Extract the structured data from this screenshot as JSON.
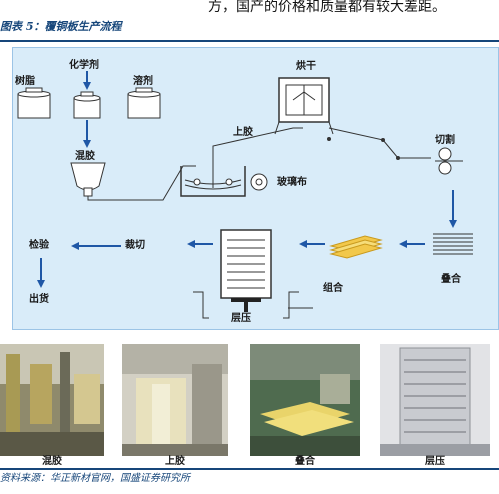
{
  "top_text": "方，国产的价格和质量都有较大差距。",
  "figure": {
    "caption": "图表 5：覆铜板生产流程"
  },
  "diagram": {
    "labels": {
      "resin": "树脂",
      "chemical": "化学剂",
      "solvent": "溶剂",
      "mixing": "混胶",
      "drying": "烘干",
      "gluing": "上胶",
      "glass_cloth": "玻璃布",
      "cutting": "切割",
      "stacking": "叠合",
      "combining": "组合",
      "lamination": "层压",
      "trimming": "裁切",
      "inspection": "检验",
      "shipping": "出货"
    },
    "colors": {
      "panel_bg": "#d9ecf9",
      "arrow": "#1f57a6",
      "line": "#2a2a2a",
      "prepreg": "#f2c84b"
    }
  },
  "photos": [
    {
      "label": "混胶"
    },
    {
      "label": "上胶"
    },
    {
      "label": "叠合"
    },
    {
      "label": "层压"
    }
  ],
  "source": "资料来源：华正新材官网，国盛证券研究所"
}
